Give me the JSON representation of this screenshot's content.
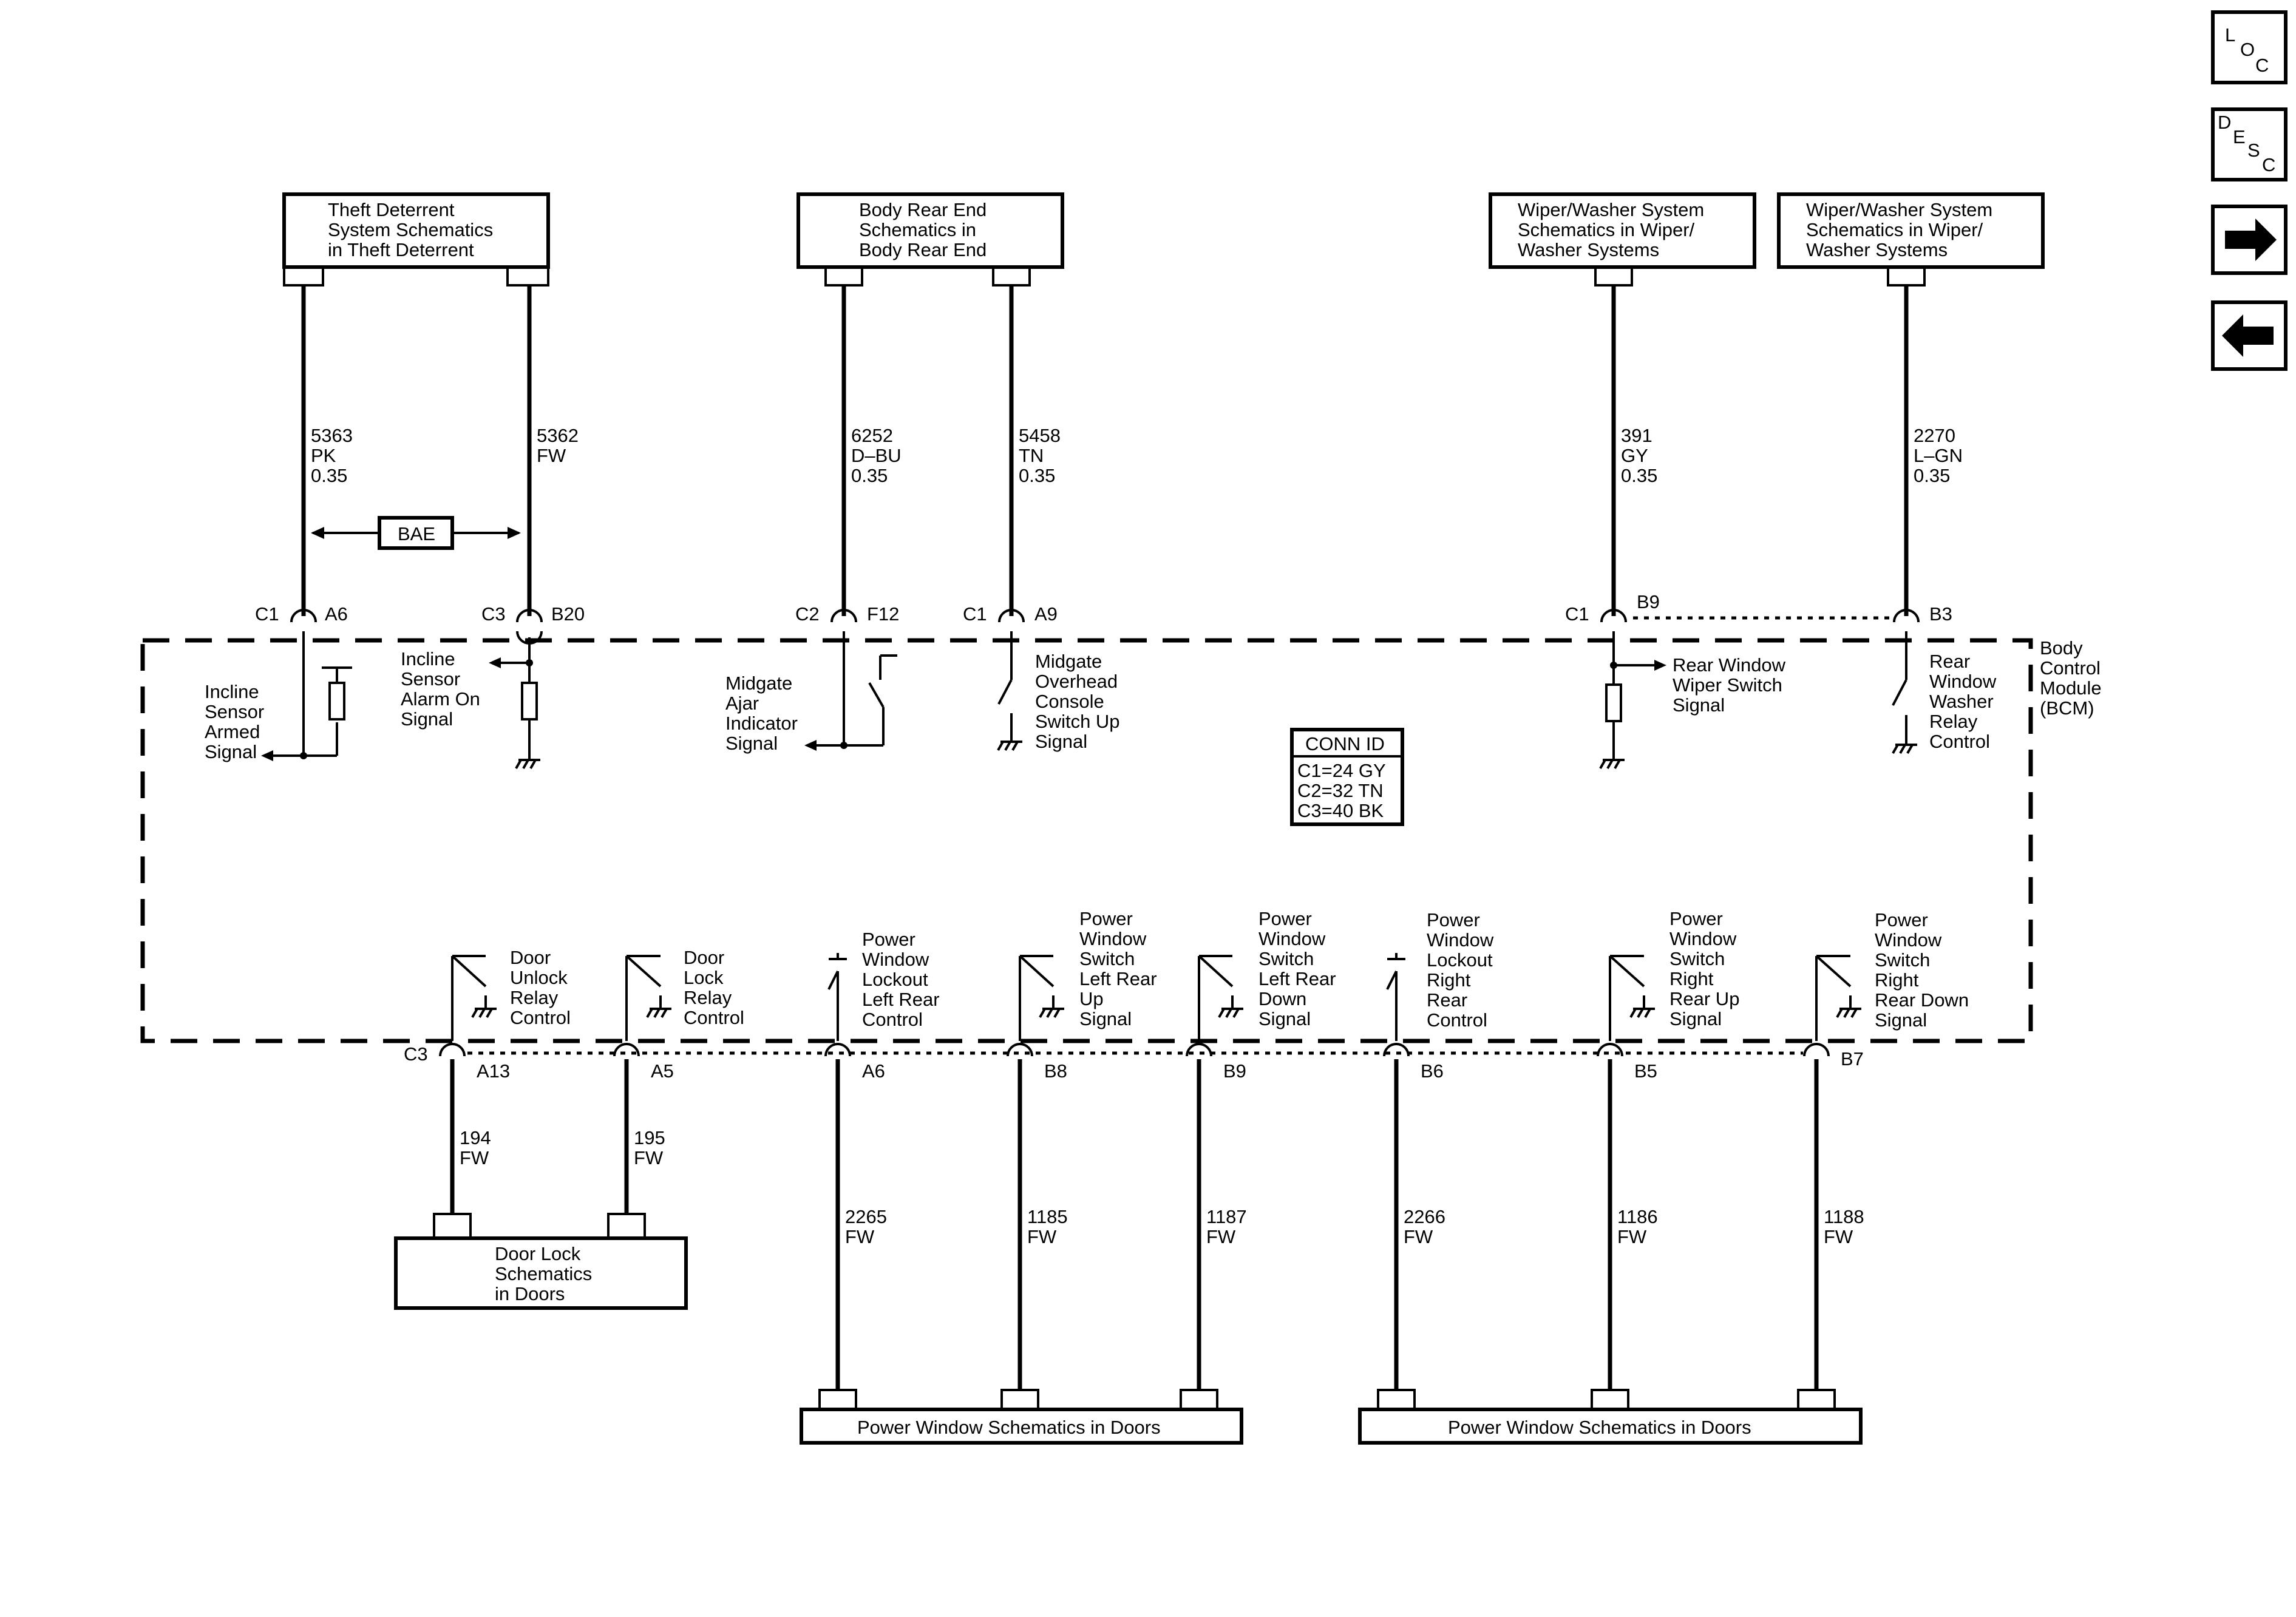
{
  "nav": {
    "loc": [
      "L",
      "O",
      "C"
    ],
    "desc": [
      "D",
      "E",
      "S",
      "C"
    ],
    "next_icon": "arrow-right-icon",
    "prev_icon": "arrow-left-icon"
  },
  "top_boxes": {
    "theft": [
      "Theft Deterrent",
      "System Schematics",
      "in Theft Deterrent"
    ],
    "body_rear": [
      "Body Rear End",
      "Schematics in",
      "Body Rear End"
    ],
    "wiper1": [
      "Wiper/Washer System",
      "Schematics in Wiper/",
      "Washer Systems"
    ],
    "wiper2": [
      "Wiper/Washer System",
      "Schematics in Wiper/",
      "Washer Systems"
    ]
  },
  "top_wires": {
    "w5363": [
      "5363",
      "PK",
      "0.35"
    ],
    "w5362": [
      "5362",
      "FW"
    ],
    "w6252": [
      "6252",
      "D–BU",
      "0.35"
    ],
    "w5458": [
      "5458",
      "TN",
      "0.35"
    ],
    "w391": [
      "391",
      "GY",
      "0.35"
    ],
    "w2270": [
      "2270",
      "L–GN",
      "0.35"
    ]
  },
  "bae": "BAE",
  "top_pins": {
    "c1": "C1",
    "a6": "A6",
    "c3": "C3",
    "b20": "B20",
    "c2": "C2",
    "f12": "F12",
    "c1b": "C1",
    "a9": "A9",
    "c1c": "C1",
    "b9": "B9",
    "b3": "B3"
  },
  "signals": {
    "incline_armed": [
      "Incline",
      "Sensor",
      "Armed",
      "Signal"
    ],
    "incline_alarm": [
      "Incline",
      "Sensor",
      "Alarm On",
      "Signal"
    ],
    "midgate_ajar": [
      "Midgate",
      "Ajar",
      "Indicator",
      "Signal"
    ],
    "midgate_console": [
      "Midgate",
      "Overhead",
      "Console",
      "Switch Up",
      "Signal"
    ],
    "rear_wiper": [
      "Rear Window",
      "Wiper Switch",
      "Signal"
    ],
    "rear_washer": [
      "Rear",
      "Window",
      "Washer",
      "Relay",
      "Control"
    ],
    "bcm": [
      "Body",
      "Control",
      "Module",
      "(BCM)"
    ]
  },
  "conn_id": {
    "title": "CONN ID",
    "lines": [
      "C1=24 GY",
      "C2=32 TN",
      "C3=40 BK"
    ]
  },
  "bottom_signals": {
    "door_unlock": [
      "Door",
      "Unlock",
      "Relay",
      "Control"
    ],
    "door_lock": [
      "Door",
      "Lock",
      "Relay",
      "Control"
    ],
    "pw_lockout_lr": [
      "Power",
      "Window",
      "Lockout",
      "Left Rear",
      "Control"
    ],
    "pw_sw_lr_up": [
      "Power",
      "Window",
      "Switch",
      "Left Rear",
      "Up",
      "Signal"
    ],
    "pw_sw_lr_down": [
      "Power",
      "Window",
      "Switch",
      "Left Rear",
      "Down",
      "Signal"
    ],
    "pw_lockout_rr": [
      "Power",
      "Window",
      "Lockout",
      "Right",
      "Rear",
      "Control"
    ],
    "pw_sw_rr_up": [
      "Power",
      "Window",
      "Switch",
      "Right",
      "Rear Up",
      "Signal"
    ],
    "pw_sw_rr_down": [
      "Power",
      "Window",
      "Switch",
      "Right",
      "Rear Down",
      "Signal"
    ]
  },
  "bottom_pins": {
    "c3": "C3",
    "a13": "A13",
    "a5": "A5",
    "a6": "A6",
    "b8": "B8",
    "b9": "B9",
    "b6": "B6",
    "b5": "B5",
    "b7": "B7"
  },
  "bottom_wires": {
    "w194": [
      "194",
      "FW"
    ],
    "w195": [
      "195",
      "FW"
    ],
    "w2265": [
      "2265",
      "FW"
    ],
    "w1185": [
      "1185",
      "FW"
    ],
    "w1187": [
      "1187",
      "FW"
    ],
    "w2266": [
      "2266",
      "FW"
    ],
    "w1186": [
      "1186",
      "FW"
    ],
    "w1188": [
      "1188",
      "FW"
    ]
  },
  "bottom_boxes": {
    "door_lock": [
      "Door Lock",
      "Schematics",
      "in Doors"
    ],
    "pw_left": "Power Window Schematics in Doors",
    "pw_right": "Power Window Schematics in Doors"
  }
}
